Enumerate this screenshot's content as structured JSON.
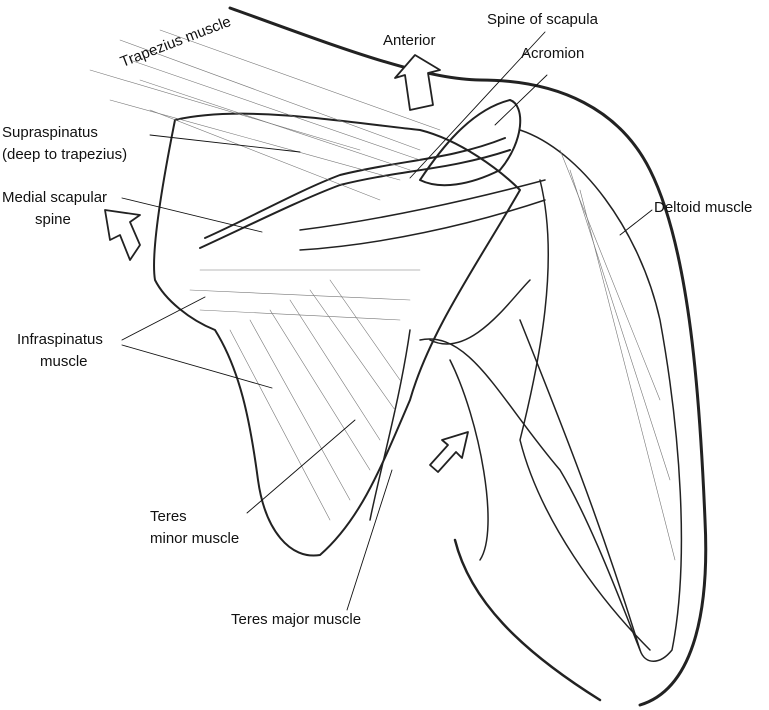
{
  "labels": {
    "trapezius": "Trapezius muscle",
    "spine_of_scapula": "Spine of scapula",
    "anterior": "Anterior",
    "acromion": "Acromion",
    "supraspinatus_1": "Supraspinatus",
    "supraspinatus_2": "(deep to trapezius)",
    "medial_spine_1": "Medial scapular",
    "medial_spine_2": "spine",
    "deltoid": "Deltoid muscle",
    "infraspinatus_1": "Infraspinatus",
    "infraspinatus_2": "muscle",
    "teres_minor_1": "Teres",
    "teres_minor_2": "minor muscle",
    "teres_major": "Teres major muscle"
  }
}
